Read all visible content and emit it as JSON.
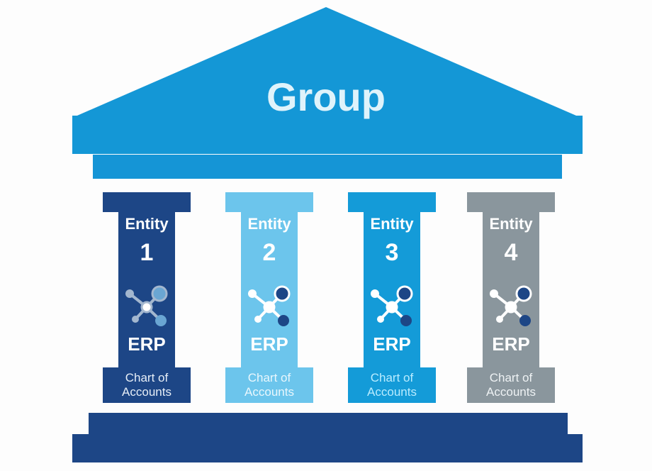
{
  "roof": {
    "title": "Group"
  },
  "pillars": [
    {
      "entity_label": "Entity",
      "number": "1",
      "system": "ERP",
      "base_label": "Chart of\nAccounts",
      "color": "#1d4686",
      "icon_light": "#a3b7cf",
      "icon_dark": "#6aa6d3",
      "base_text_color": "#e6eef7"
    },
    {
      "entity_label": "Entity",
      "number": "2",
      "system": "ERP",
      "base_label": "Chart of\nAccounts",
      "color": "#6cc5ec",
      "icon_light": "#ffffff",
      "icon_dark": "#1d4686",
      "base_text_color": "#e9f7fd"
    },
    {
      "entity_label": "Entity",
      "number": "3",
      "system": "ERP",
      "base_label": "Chart of\nAccounts",
      "color": "#149bd8",
      "icon_light": "#ffffff",
      "icon_dark": "#1d4686",
      "base_text_color": "#b9ecff"
    },
    {
      "entity_label": "Entity",
      "number": "4",
      "system": "ERP",
      "base_label": "Chart of\nAccounts",
      "color": "#8a969d",
      "icon_light": "#ffffff",
      "icon_dark": "#1d4686",
      "base_text_color": "#eef2f4"
    }
  ],
  "colors": {
    "roof": "#1497d6",
    "architrave": "#1595d6",
    "stylobate": "#1d4686"
  }
}
